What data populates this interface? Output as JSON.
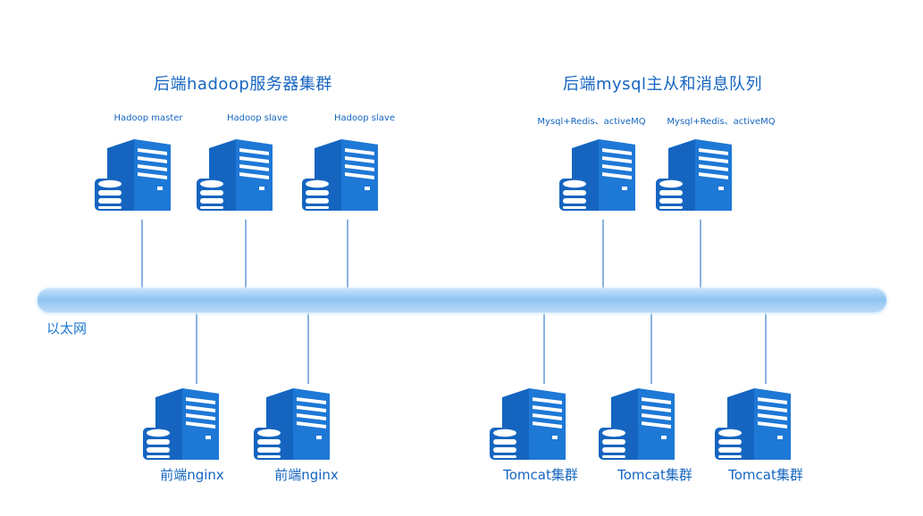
{
  "groups": {
    "hadoop_title": "后端hadoop服务器集群",
    "mysql_title": "后端mysql主从和消息队列"
  },
  "network": {
    "label": "以太网",
    "color": "#90caf9"
  },
  "top_servers": [
    {
      "label": "Hadoop master"
    },
    {
      "label": "Hadoop slave"
    },
    {
      "label": "Hadoop slave"
    },
    {
      "label": "Mysql+Redis、activeMQ"
    },
    {
      "label": "Mysql+Redis、activeMQ"
    }
  ],
  "bottom_servers": [
    {
      "label": "前端nginx"
    },
    {
      "label": "前端nginx"
    },
    {
      "label": "Tomcat集群"
    },
    {
      "label": "Tomcat集群"
    },
    {
      "label": "Tomcat集群"
    }
  ],
  "colors": {
    "server": "#1565c0",
    "accent": "#1976d2",
    "line": "#1565c0"
  }
}
